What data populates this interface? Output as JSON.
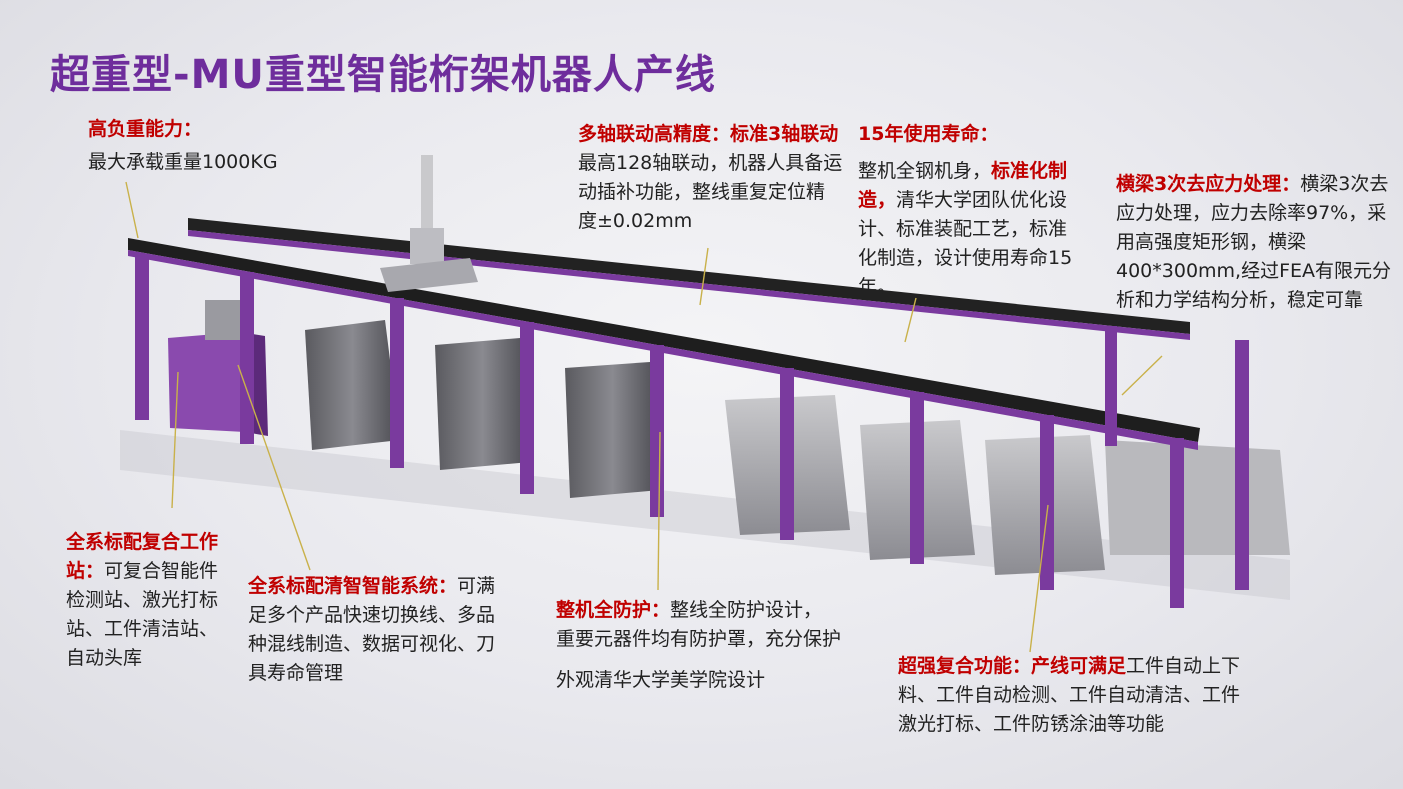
{
  "title": "超重型-MU重型智能桁架机器人产线",
  "annotations": {
    "load": {
      "heading": "高负重能力：",
      "text": "最大承载重量1000KG"
    },
    "multi_axis": {
      "heading": "多轴联动高精度：标准3轴联动",
      "text": "最高128轴联动，机器人具备运动插补功能，整线重复定位精度±0.02mm"
    },
    "lifespan": {
      "lead": "整机全钢机身，",
      "heading": "标准化制造，",
      "text": "清华大学团队优化设计、标准装配工艺，标准化制造，设计使用寿命15年。",
      "title": "15年使用寿命："
    },
    "beam": {
      "heading": "横梁3次去应力处理：",
      "text": "横梁3次去应力处理，应力去除率97%，采用高强度矩形钢，横梁400*300mm,经过FEA有限元分析和力学结构分析，稳定可靠"
    },
    "workstation": {
      "heading": "全系标配复合工作站：",
      "text": "可复合智能件检测站、激光打标站、工件清洁站、自动头库"
    },
    "system": {
      "heading": "全系标配清智智能系统：",
      "text": "可满足多个产品快速切换线、多品种混线制造、数据可视化、刀具寿命管理"
    },
    "protection": {
      "heading": "整机全防护：",
      "text": "整线全防护设计，重要元器件均有防护罩，充分保护",
      "extra": "外观清华大学美学院设计"
    },
    "composite": {
      "heading": "超强复合功能：产线可满足",
      "text": "工件自动上下料、工件自动检测、工件自动清洁、工件激光打标、工件防锈涂油等功能"
    }
  },
  "colors": {
    "title": "#6e2d9c",
    "heading": "#c00000",
    "frame": "#7a3a9e",
    "leader": "#c9b14a"
  }
}
